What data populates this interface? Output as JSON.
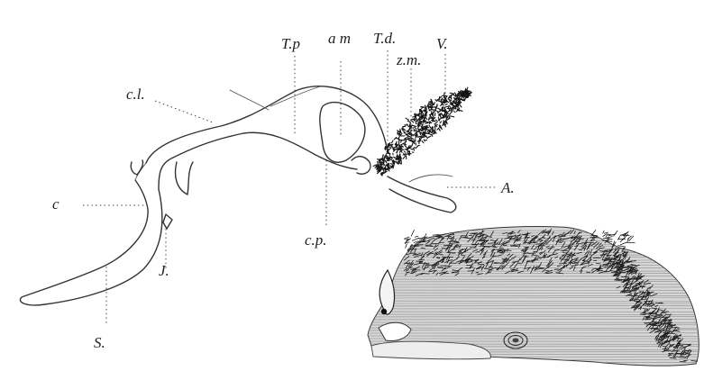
{
  "figure": {
    "labels": {
      "tp": "T.p",
      "am": "a m",
      "td": "T.d.",
      "zm": "z.m.",
      "v": "V.",
      "cl": "c.l.",
      "c": "c",
      "a": "A.",
      "cp": "c.p.",
      "j": "J.",
      "s": "S."
    },
    "colors": {
      "ink": "#333333",
      "background": "#ffffff"
    }
  }
}
